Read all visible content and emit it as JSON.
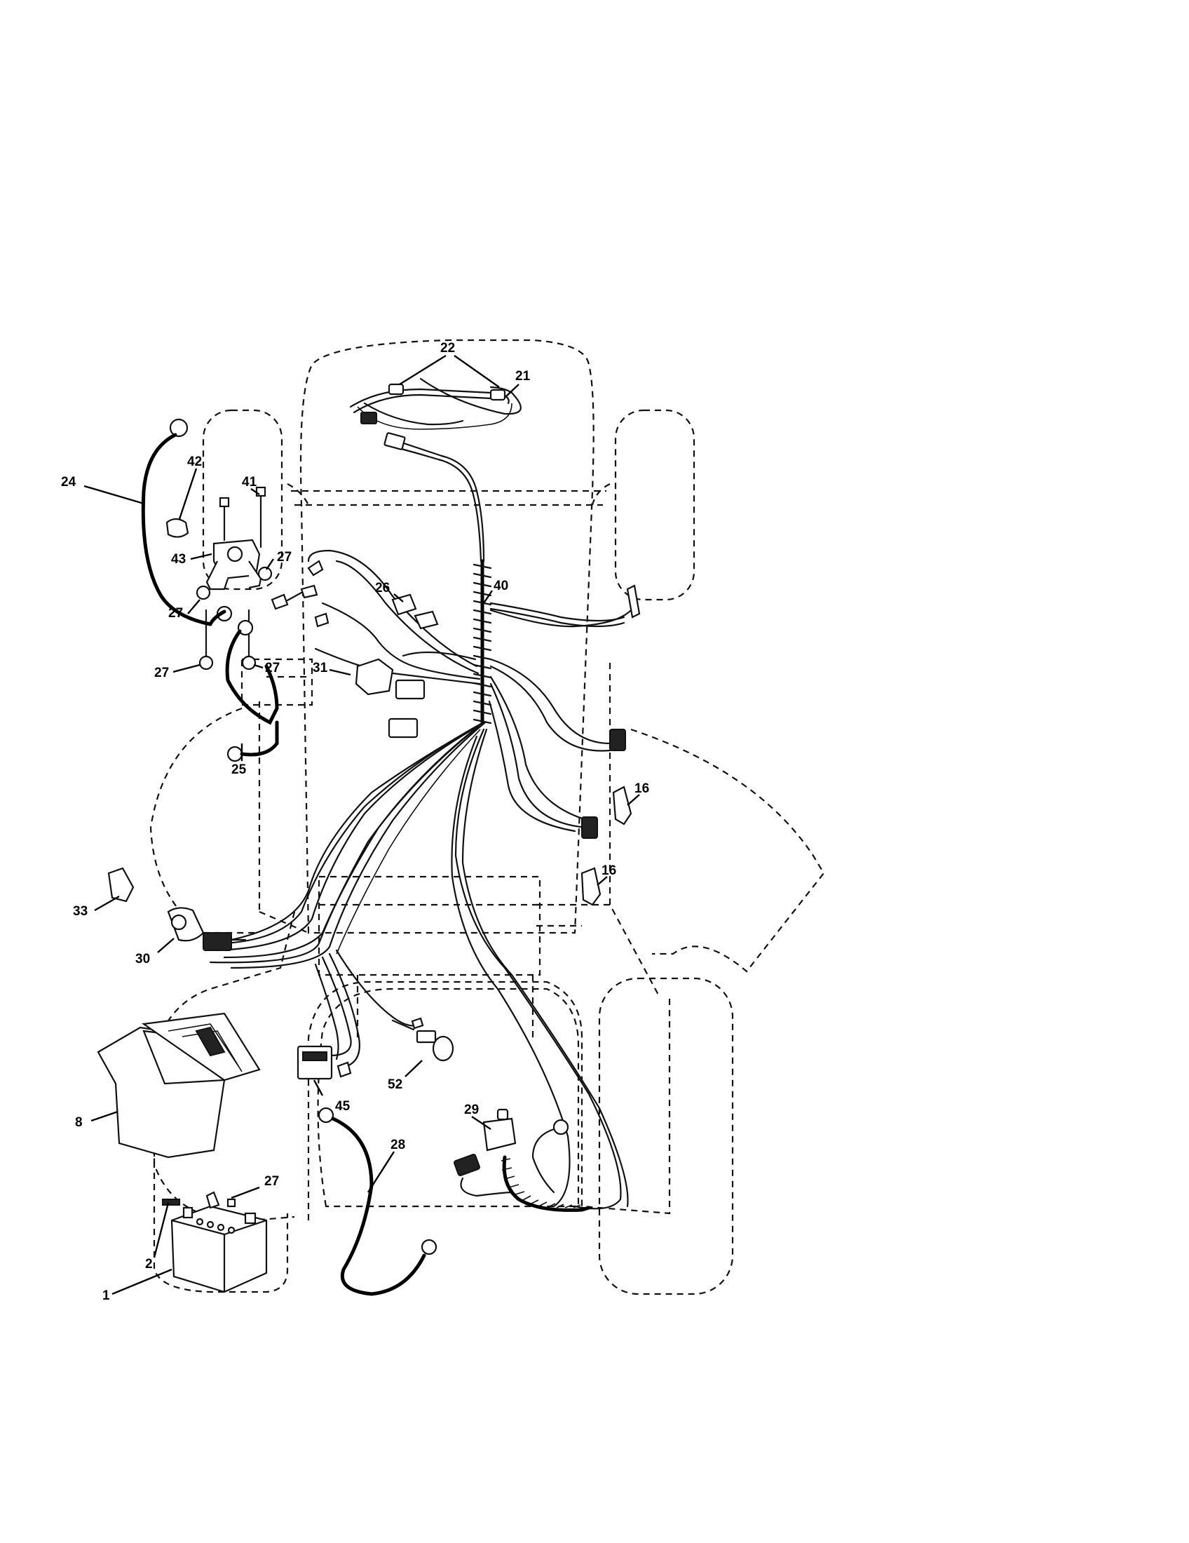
{
  "callouts": {
    "c1": "1",
    "c2": "2",
    "c8": "8",
    "c16a": "16",
    "c16b": "16",
    "c21": "21",
    "c22": "22",
    "c24": "24",
    "c25": "25",
    "c26": "26",
    "c27a": "27",
    "c27b": "27",
    "c27c": "27",
    "c27d": "27",
    "c27e": "27",
    "c28": "28",
    "c29": "29",
    "c30": "30",
    "c31": "31",
    "c33": "33",
    "c40": "40",
    "c41": "41",
    "c42": "42",
    "c43": "43",
    "c45": "45",
    "c52": "52"
  }
}
